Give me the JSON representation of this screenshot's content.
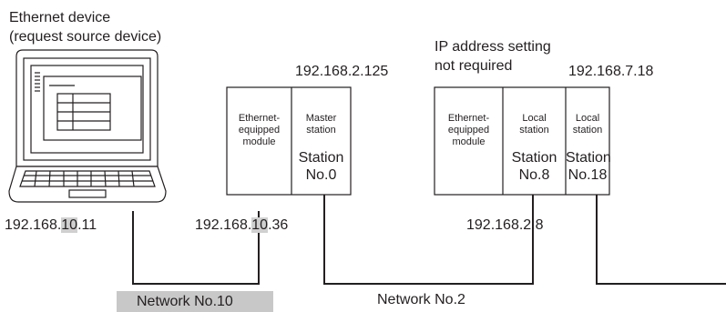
{
  "pc": {
    "label_line1": "Ethernet device",
    "label_line2": "(request source device)",
    "ip_prefix": "192.168.",
    "ip_hl": "10",
    "ip_suffix": ".11"
  },
  "master_unit": {
    "module_line1": "Ethernet-",
    "module_line2": "equipped",
    "module_line3": "module",
    "station_line1": "Master",
    "station_line2": "station",
    "station_no1": "Station",
    "station_no2": "No.0",
    "ip_top": "192.168.2.125",
    "ip_bottom_prefix": "192.168.",
    "ip_bottom_hl": "10",
    "ip_bottom_suffix": ".36"
  },
  "local_unit": {
    "note_line1": "IP address setting",
    "note_line2": "not required",
    "module_line1": "Ethernet-",
    "module_line2": "equipped",
    "module_line3": "module",
    "station8_line1": "Local",
    "station8_line2": "station",
    "station8_no1": "Station",
    "station8_no2": "No.8",
    "station18_line1": "Local",
    "station18_line2": "station",
    "station18_no1": "Station",
    "station18_no2": "No.18",
    "ip_top": "192.168.7.18",
    "ip_bottom_prefix": "192.168.",
    "ip_bottom_hl": "",
    "ip_bottom_suffix": "2.8"
  },
  "networks": {
    "net10": "Network No.10",
    "net2": "Network No.2"
  }
}
